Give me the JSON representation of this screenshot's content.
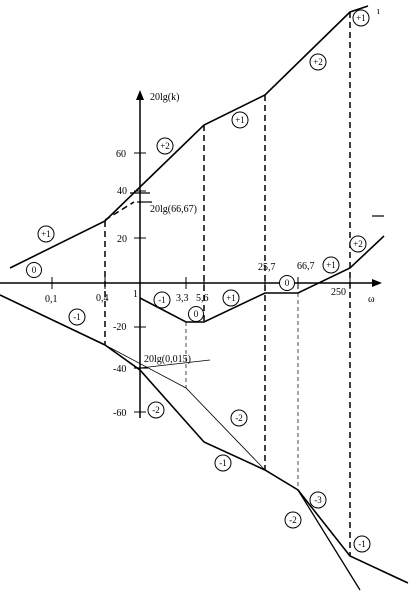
{
  "y_axis_label": "20lg(k)",
  "x_axis_label": "ω",
  "top_right_fragment": "ι",
  "y_ticks": [
    "60",
    "40",
    "20",
    "-20",
    "-40",
    "-60"
  ],
  "x_ticks": [
    "0,1",
    "0,4",
    "1",
    "3,3",
    "5,6",
    "25,7",
    "66,7",
    "250"
  ],
  "annotations": {
    "gain_hi": "20lg(66,67)",
    "gain_lo": "20lg(0,015)"
  },
  "slopes_upper": [
    "0",
    "+1",
    "+2",
    "+1",
    "+2",
    "+1"
  ],
  "slopes_middle": [
    "-1",
    "0",
    "+1",
    "0",
    "+1",
    "+2"
  ],
  "slopes_lower": [
    "-1",
    "-2",
    "-2",
    "-1",
    "-3",
    "-2",
    "-1"
  ]
}
